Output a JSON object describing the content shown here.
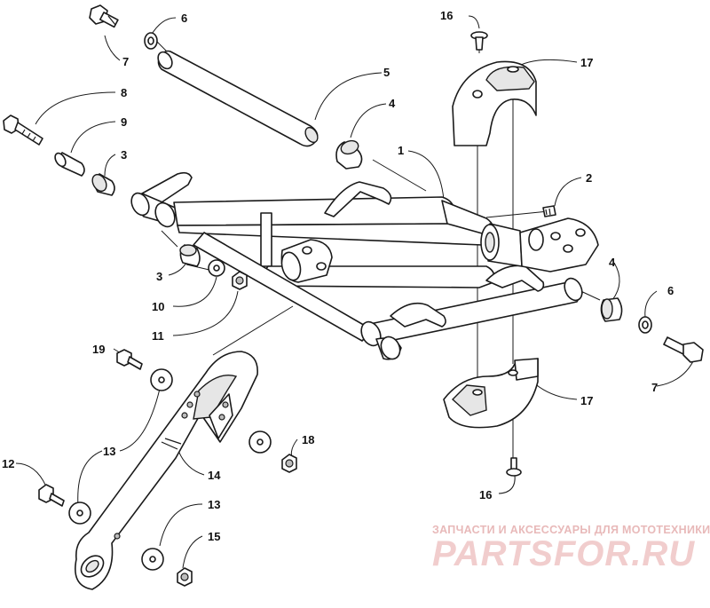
{
  "callouts": [
    {
      "id": "c16a",
      "label": "16"
    },
    {
      "id": "c6a",
      "label": "6"
    },
    {
      "id": "c7a",
      "label": "7"
    },
    {
      "id": "c17a",
      "label": "17"
    },
    {
      "id": "c5",
      "label": "5"
    },
    {
      "id": "c8",
      "label": "8"
    },
    {
      "id": "c4a",
      "label": "4"
    },
    {
      "id": "c9",
      "label": "9"
    },
    {
      "id": "c1",
      "label": "1"
    },
    {
      "id": "c3a",
      "label": "3"
    },
    {
      "id": "c2",
      "label": "2"
    },
    {
      "id": "c3b",
      "label": "3"
    },
    {
      "id": "c4b",
      "label": "4"
    },
    {
      "id": "c10",
      "label": "10"
    },
    {
      "id": "c6b",
      "label": "6"
    },
    {
      "id": "c11",
      "label": "11"
    },
    {
      "id": "c19",
      "label": "19"
    },
    {
      "id": "c7b",
      "label": "7"
    },
    {
      "id": "c17b",
      "label": "17"
    },
    {
      "id": "c13a",
      "label": "13"
    },
    {
      "id": "c18",
      "label": "18"
    },
    {
      "id": "c14",
      "label": "14"
    },
    {
      "id": "c12",
      "label": "12"
    },
    {
      "id": "c13b",
      "label": "13"
    },
    {
      "id": "c16b",
      "label": "16"
    },
    {
      "id": "c15",
      "label": "15"
    }
  ],
  "watermark": {
    "tagline": "ЗАПЧАСТИ И АКСЕССУАРЫ ДЛЯ МОТОТЕХНИКИ",
    "brand": "PARTSFOR.RU",
    "color": "#e8b9b9"
  }
}
